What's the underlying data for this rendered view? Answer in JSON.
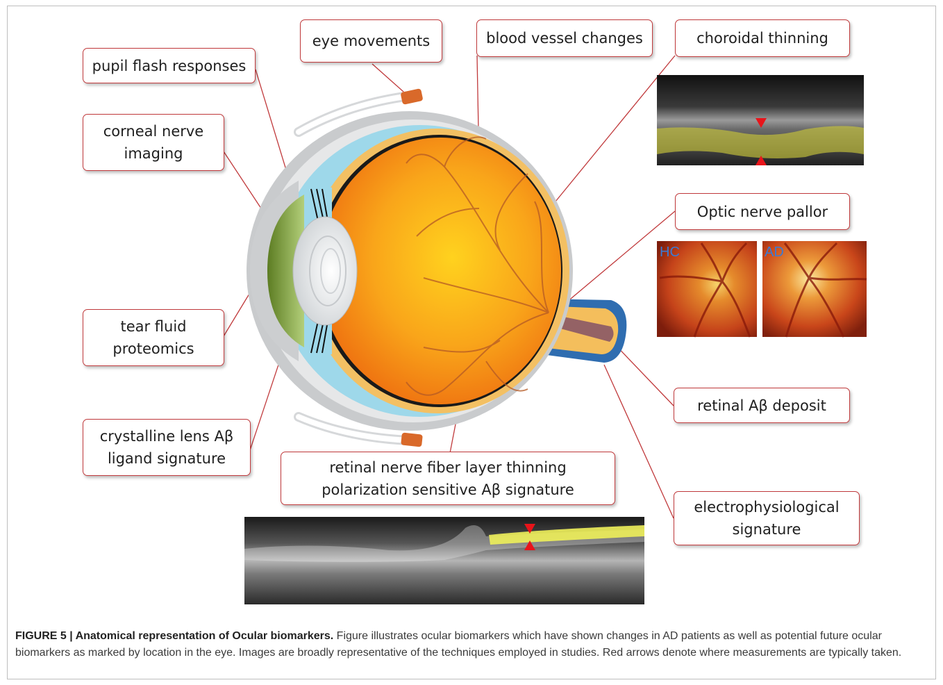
{
  "labels": {
    "eye_movements": "eye movements",
    "blood_vessel": "blood vessel changes",
    "choroidal": "choroidal thinning",
    "pupil_flash": "pupil flash responses",
    "corneal_line1": "corneal nerve",
    "corneal_line2": "imaging",
    "optic_nerve": "Optic nerve  pallor",
    "tear_line1": "tear fluid",
    "tear_line2": "proteomics",
    "retinal_deposit": "retinal Aβ deposit",
    "lens_line1": "crystalline lens Aβ",
    "lens_line2": "ligand signature",
    "rnfl_line1": "retinal nerve fiber layer thinning",
    "rnfl_line2": "polarization sensitive  Aβ signature",
    "electro_line1": "electrophysiological",
    "electro_line2": "signature"
  },
  "fundus": {
    "left_tag": "HC",
    "right_tag": "AD"
  },
  "caption": {
    "title": "FIGURE 5 | Anatomical representation of Ocular biomarkers.",
    "body": " Figure illustrates ocular biomarkers which have shown changes in AD patients as well as potential future ocular biomarkers as marked by location in the eye. Images are broadly representative of the techniques employed in studies. Red arrows denote where measurements are typically taken."
  },
  "colors": {
    "label_border": "#c0393b",
    "leader_line": "#c0393b",
    "marker_arrow": "#e8141a",
    "fundus_tag": "#3b7bd4"
  }
}
